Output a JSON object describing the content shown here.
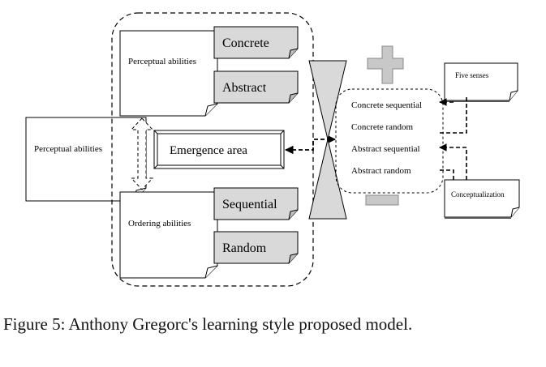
{
  "diagram": {
    "left_note": "Perceptual abilities",
    "top_group_label": "Perceptual abilities",
    "bottom_group_label": "Ordering abilities",
    "tabs": {
      "concrete": "Concrete",
      "abstract": "Abstract",
      "sequential": "Sequential",
      "random": "Random"
    },
    "center_box": "Emergence area",
    "plus_symbol": "+",
    "minus_symbol": "−",
    "styles": [
      "Concrete sequential",
      "Concrete random",
      "Abstract sequential",
      "Abstract random"
    ],
    "five_senses": "Five senses",
    "conceptualization": "Conceptualization"
  },
  "caption": "Figure 5: Anthony Gregorc's learning style proposed model.",
  "colors": {
    "tab_fill": "#d9d9d9",
    "symbol_fill": "#c8c8c8",
    "line": "#000000"
  }
}
